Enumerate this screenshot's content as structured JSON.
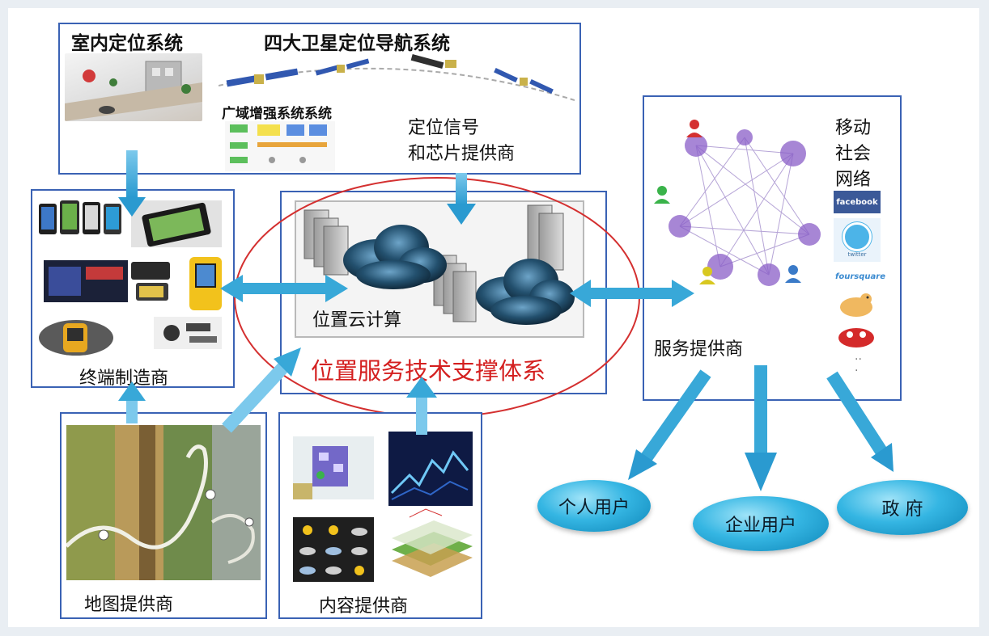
{
  "top_box": {
    "indoor_label": "室内定位系统",
    "satellite_label": "四大卫星定位导航系统",
    "wide_area_label": "广域增强系统系统",
    "signal_label_line1": "定位信号",
    "signal_label_line2": "和芯片提供商"
  },
  "terminal_box": {
    "label": "终端制造商"
  },
  "center_box": {
    "cloud_label": "位置云计算",
    "system_label": "位置服务技术支撑体系"
  },
  "map_box": {
    "label": "地图提供商"
  },
  "content_box": {
    "label": "内容提供商"
  },
  "service_box": {
    "label": "服务提供商",
    "social_line1": "移动",
    "social_line2": "社会",
    "social_line3": "网络",
    "logo_facebook": "facebook",
    "logo_twitter": "twitter",
    "logo_foursquare": "foursquare"
  },
  "users": {
    "personal": "个人用户",
    "enterprise": "企业用户",
    "government": "政 府"
  },
  "colors": {
    "box_border": "#3a62b4",
    "arrow": "#38a8d8",
    "highlight_red": "#d42020",
    "user_ellipse": "#35b6e3"
  },
  "icons": [
    "satellite-icon",
    "cloud-icon",
    "server-icon",
    "user-icon",
    "phone-icon"
  ]
}
